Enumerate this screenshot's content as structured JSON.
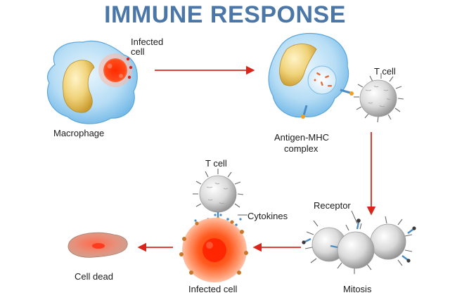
{
  "title": "IMMUNE RESPONSE",
  "labels": {
    "infected_cell_top_line1": "Infected",
    "infected_cell_top_line2": "cell",
    "macrophage": "Macrophage",
    "t_cell_top": "T cell",
    "antigen_line1": "Antigen-MHC",
    "antigen_line2": "complex",
    "t_cell_middle": "T cell",
    "cytokines": "Cytokines",
    "receptor": "Receptor",
    "mitosis": "Mitosis",
    "infected_cell_bottom": "Infected cell",
    "cell_dead": "Cell dead"
  },
  "colors": {
    "title": "#4a76a8",
    "arrow": "#d9261c",
    "macrophage_fill": "#a8d4f2",
    "nucleus_fill": "#e8c65a",
    "infected_core": "#ff2a00",
    "t_cell_fill": "#d8d8d8"
  }
}
